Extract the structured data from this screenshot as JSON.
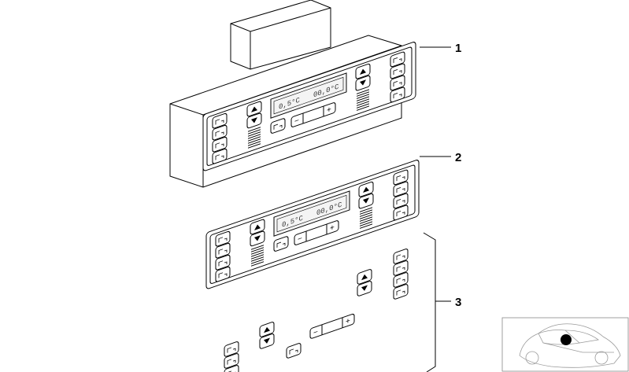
{
  "callouts": [
    {
      "label": "1",
      "description": "complete climate control panel with housing"
    },
    {
      "label": "2",
      "description": "climate control panel faceplate"
    },
    {
      "label": "3",
      "description": "set of push buttons"
    }
  ],
  "display_readings": [
    {
      "left": "0,5°C",
      "right": "00,0°C"
    },
    {
      "left": "0,5°C",
      "right": "00,0°C"
    }
  ],
  "fan_buttons": {
    "minus": "−",
    "plus": "+"
  },
  "thumbnail": {
    "icon": "car-location-icon",
    "marker_color": "#000000"
  },
  "colors": {
    "line": "#000000",
    "background": "#ffffff",
    "display": "#f4f4f4"
  }
}
